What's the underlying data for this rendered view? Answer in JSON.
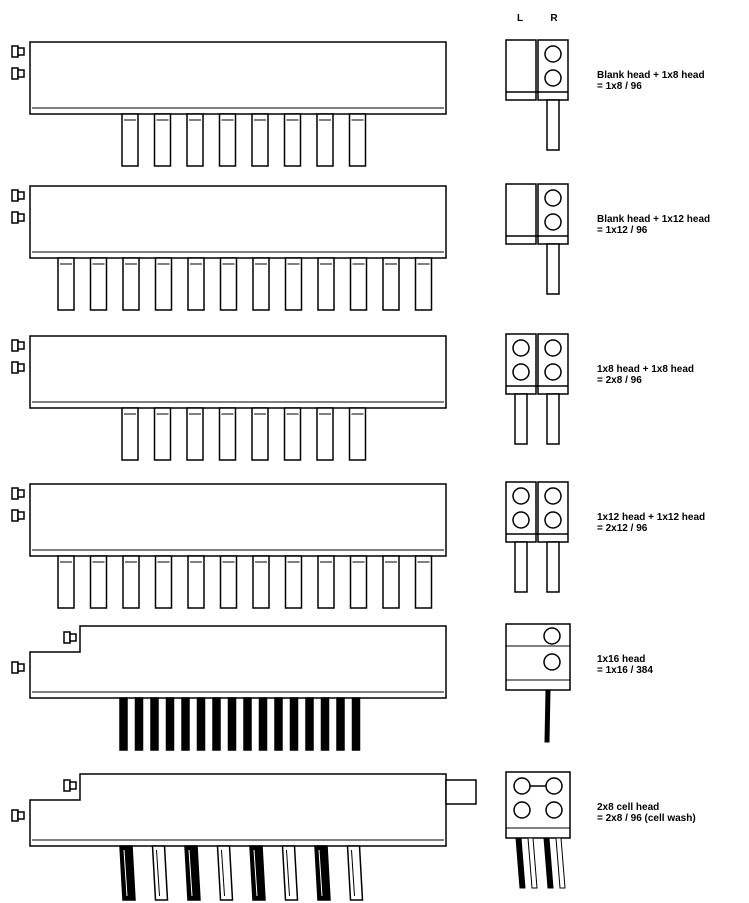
{
  "side_view_header": {
    "left": "L",
    "right": "R"
  },
  "configurations": [
    {
      "id": "blank-1x8",
      "side_left": "blank",
      "side_right": "1x8",
      "line1": "Blank head + 1x8 head",
      "line2": "= 1x8 / 96"
    },
    {
      "id": "blank-1x12",
      "side_left": "blank",
      "side_right": "1x12",
      "line1": "Blank head + 1x12 head",
      "line2": "= 1x12 / 96"
    },
    {
      "id": "1x8-1x8",
      "side_left": "1x8",
      "side_right": "1x8",
      "line1": "1x8 head + 1x8 head",
      "line2": "= 2x8 / 96"
    },
    {
      "id": "1x12-1x12",
      "side_left": "1x12",
      "side_right": "1x12",
      "line1": "1x12 head + 1x12 head",
      "line2": "= 2x12 / 96"
    },
    {
      "id": "1x16",
      "side_left": "1x16",
      "side_right": "1x16",
      "line1": "1x16 head",
      "line2": "= 1x16 / 384"
    },
    {
      "id": "2x8-cell",
      "side_left": "2x8-cell",
      "side_right": "2x8-cell",
      "line1": "2x8 cell head",
      "line2": "= 2x8 / 96 (cell wash)"
    }
  ],
  "front_views": [
    {
      "pins": 8,
      "pin_style": "wide",
      "body": "standard"
    },
    {
      "pins": 12,
      "pin_style": "wide",
      "body": "standard"
    },
    {
      "pins": 8,
      "pin_style": "wide",
      "body": "standard"
    },
    {
      "pins": 12,
      "pin_style": "wide",
      "body": "standard"
    },
    {
      "pins": 16,
      "pin_style": "thin",
      "body": "stepped"
    },
    {
      "pins": 8,
      "pin_style": "cell",
      "body": "stepped-port"
    }
  ],
  "icons": [
    "manifold-head-front-view",
    "manifold-head-side-view",
    "connector-fitting-icon",
    "port-circle-icon"
  ]
}
